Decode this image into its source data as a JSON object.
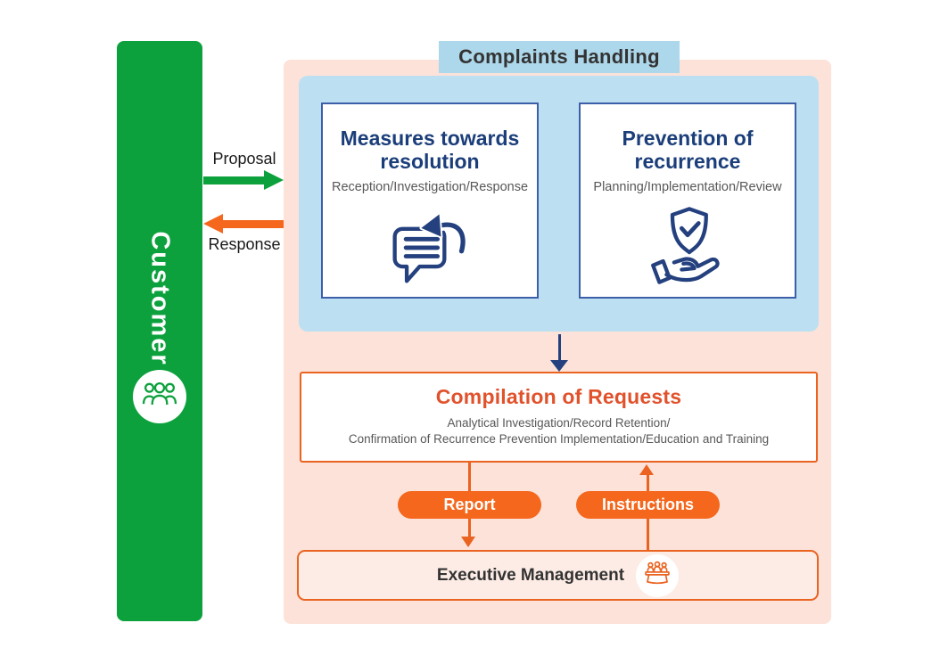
{
  "palette": {
    "green": "#0CA13C",
    "orange": "#F4671C",
    "orange_border": "#EA6320",
    "navy": "#24407E",
    "navy_text": "#1B3E7A",
    "card_border": "#3D5EA8",
    "light_blue": "#BCE0F1",
    "label_blue": "#ADD7EA",
    "pink": "#FCE2D9",
    "exec_bg": "#FDECE5",
    "comp_title": "#E1522C",
    "gray_text": "#595757"
  },
  "customer": {
    "label": "Customer",
    "icon": "people-icon"
  },
  "arrows": {
    "proposal_label": "Proposal",
    "response_label": "Response"
  },
  "complaints": {
    "title": "Complaints Handling",
    "cards": [
      {
        "title_line1": "Measures towards",
        "title_line2": "resolution",
        "subtitle": "Reception/Investigation/Response",
        "icon": "speech-bubble-reply-icon"
      },
      {
        "title_line1": "Prevention of",
        "title_line2": "recurrence",
        "subtitle": "Planning/Implementation/Review",
        "icon": "shield-check-hand-icon"
      }
    ]
  },
  "compilation": {
    "title": "Compilation of Requests",
    "subtitle_line1": "Analytical Investigation/Record Retention/",
    "subtitle_line2": "Confirmation of Recurrence Prevention Implementation/Education and Training"
  },
  "flow": {
    "report_label": "Report",
    "instructions_label": "Instructions"
  },
  "executive": {
    "label": "Executive Management",
    "icon": "meeting-icon"
  }
}
